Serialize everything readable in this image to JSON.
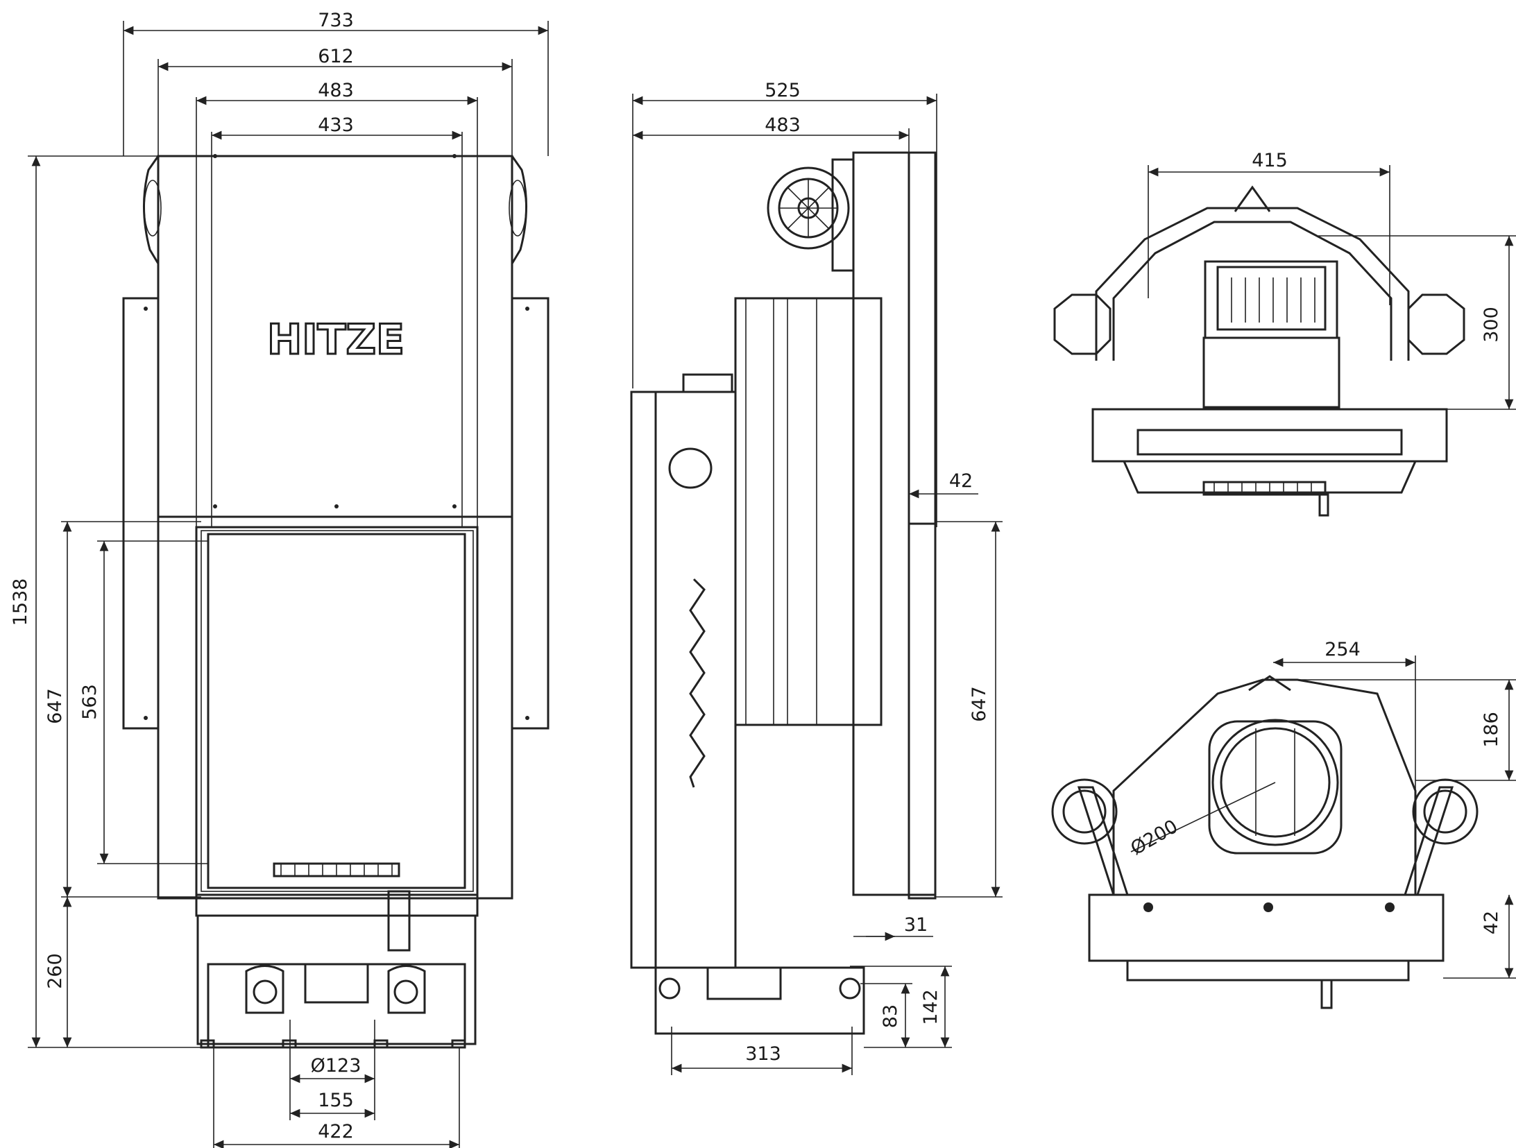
{
  "brand_logo": "HITZE",
  "front_view": {
    "width_overall": "733",
    "width_body": "612",
    "width_door": "483",
    "width_glass": "433",
    "height_total": "1538",
    "height_opening_outer": "647",
    "height_opening_glass": "563",
    "height_base": "260",
    "flue_diameter": "Ø123",
    "leg_spacing_inner": "155",
    "leg_spacing_outer": "422"
  },
  "side_view": {
    "depth_overall": "525",
    "depth_body": "483",
    "offset_42": "42",
    "height_opening": "647",
    "offset_31": "31",
    "leg_spacing": "313",
    "height_83": "83",
    "height_142": "142"
  },
  "top_view": {
    "width_415": "415",
    "depth_300": "300"
  },
  "bottom_view": {
    "offset_254": "254",
    "offset_186": "186",
    "flue_diameter": "Ø200",
    "height_42": "42"
  }
}
